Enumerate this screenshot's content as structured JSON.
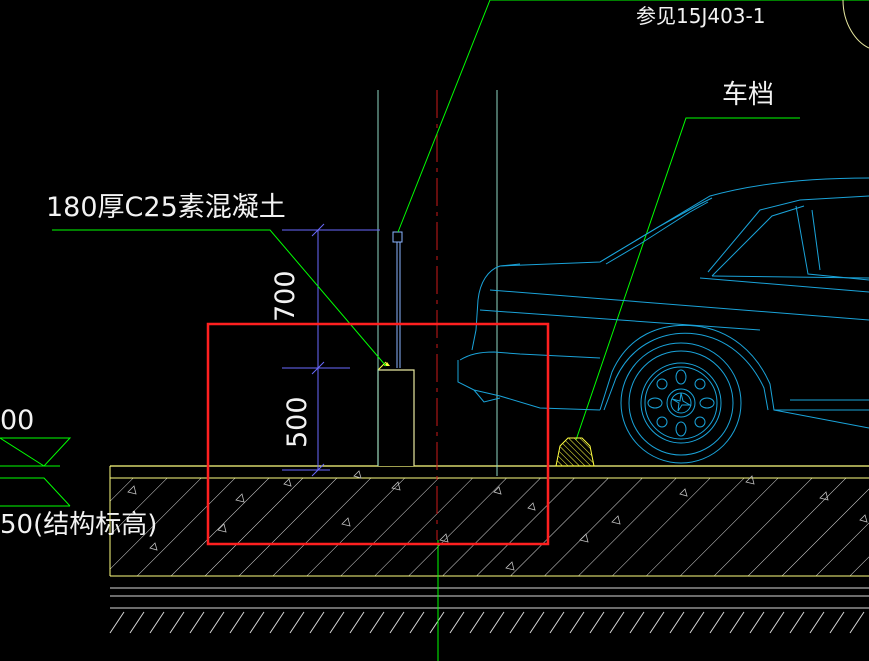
{
  "drawing": {
    "title_ref": "参见15J403-1",
    "label_car_stop": "车档",
    "label_concrete": "180厚C25素混凝土",
    "dim_upper": "700",
    "dim_lower": "500",
    "elev_partial": "00",
    "elev_structure": "50(结构标高)",
    "colors": {
      "background": "#000000",
      "ground": "#ffff80",
      "leader": "#00ff00",
      "dimension": "#6a6aff",
      "car": "#1aa3d9",
      "centerline": "#cc1a1a",
      "highlight": "#ff2020",
      "wall": "#e8e8a0",
      "text": "#f2f2f2"
    }
  }
}
